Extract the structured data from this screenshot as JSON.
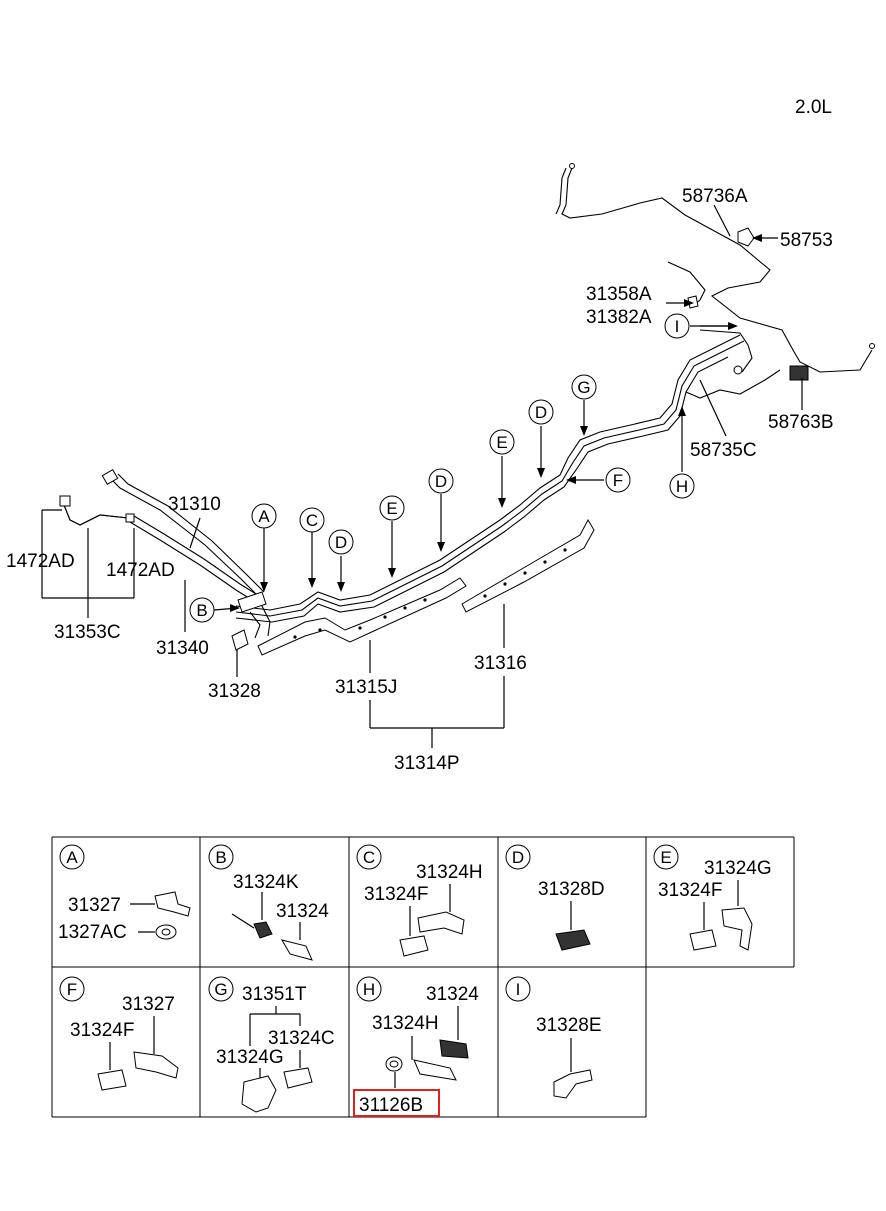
{
  "engine": "2.0L",
  "callouts": [
    "A",
    "B",
    "C",
    "D",
    "E",
    "F",
    "G",
    "H",
    "I"
  ],
  "parts": {
    "p58736A": "58736A",
    "p58753": "58753",
    "p31358A": "31358A",
    "p31382A": "31382A",
    "p58763B": "58763B",
    "p58735C": "58735C",
    "p31310": "31310",
    "p1472AD": "1472AD",
    "p31353C": "31353C",
    "p31340": "31340",
    "p31328": "31328",
    "p31315J": "31315J",
    "p31316": "31316",
    "p31314P": "31314P"
  },
  "detail_boxes": [
    {
      "letter": "A",
      "labels": [
        "31327",
        "1327AC"
      ]
    },
    {
      "letter": "B",
      "labels": [
        "31324K",
        "31324"
      ]
    },
    {
      "letter": "C",
      "labels": [
        "31324H",
        "31324F"
      ]
    },
    {
      "letter": "D",
      "labels": [
        "31328D"
      ]
    },
    {
      "letter": "E",
      "labels": [
        "31324G",
        "31324F"
      ]
    },
    {
      "letter": "F",
      "labels": [
        "31327",
        "31324F"
      ]
    },
    {
      "letter": "G",
      "labels": [
        "31351T",
        "31324C",
        "31324G"
      ]
    },
    {
      "letter": "H",
      "labels": [
        "31324",
        "31324H",
        "31126B"
      ]
    },
    {
      "letter": "I",
      "labels": [
        "31328E"
      ]
    }
  ],
  "highlight": {
    "part": "31126B",
    "color": "#e0201c"
  }
}
